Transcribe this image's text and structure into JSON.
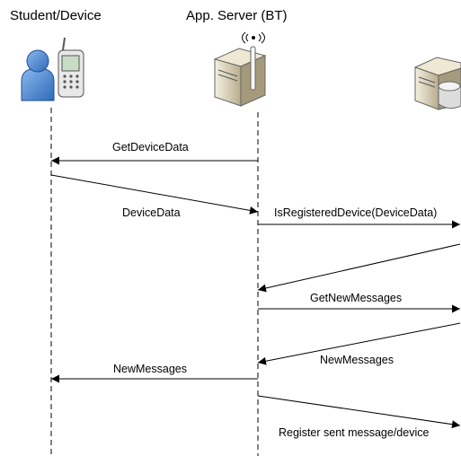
{
  "actors": [
    {
      "id": "student",
      "title": "Student/Device",
      "icon": "student-with-phone-icon"
    },
    {
      "id": "app_server",
      "title": "App. Server (BT)",
      "icon": "wireless-server-icon"
    },
    {
      "id": "db_server",
      "title": "",
      "icon": "database-server-icon"
    }
  ],
  "messages": [
    {
      "label": "GetDeviceData",
      "from": "app_server",
      "to": "student"
    },
    {
      "label": "DeviceData",
      "from": "student",
      "to": "app_server"
    },
    {
      "label": "IsRegisteredDevice(DeviceData)",
      "from": "app_server",
      "to": "db_server"
    },
    {
      "label": "",
      "from": "db_server",
      "to": "app_server"
    },
    {
      "label": "GetNewMessages",
      "from": "app_server",
      "to": "db_server"
    },
    {
      "label": "NewMessages",
      "from": "db_server",
      "to": "app_server"
    },
    {
      "label": "NewMessages",
      "from": "app_server",
      "to": "student"
    },
    {
      "label": "Register sent message/device",
      "from": "app_server",
      "to": "db_server"
    }
  ],
  "colors": {
    "line": "#000000",
    "person": "#3d7cc9",
    "server": "#d8d0b8"
  }
}
